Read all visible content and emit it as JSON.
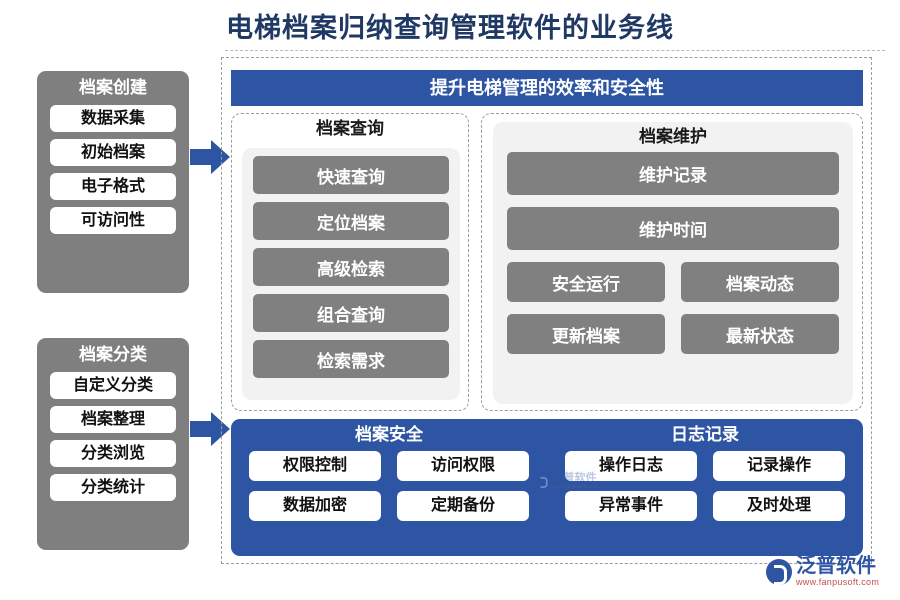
{
  "page": {
    "title": "电梯档案归纳查询管理软件的业务线",
    "accent_blue": "#2e55a3",
    "accent_gray": "#7f7f7f",
    "title_color": "#1f3864"
  },
  "sidebar": {
    "groups": [
      {
        "title": "档案创建",
        "items": [
          "数据采集",
          "初始档案",
          "电子格式",
          "可访问性"
        ]
      },
      {
        "title": "档案分类",
        "items": [
          "自定义分类",
          "档案整理",
          "分类浏览",
          "分类统计"
        ]
      }
    ]
  },
  "main": {
    "banner": "提升电梯管理的效率和安全性",
    "query_section": {
      "title": "档案查询",
      "items": [
        "快速查询",
        "定位档案",
        "高级检索",
        "组合查询",
        "检索需求"
      ]
    },
    "maintain_section": {
      "title": "档案维护",
      "wide_items": [
        "维护记录",
        "维护时间"
      ],
      "grid_items": [
        "安全运行",
        "档案动态",
        "更新档案",
        "最新状态"
      ]
    },
    "bottom_panel": {
      "columns": [
        {
          "title": "档案安全",
          "items": [
            "权限控制",
            "访问权限",
            "数据加密",
            "定期备份"
          ]
        },
        {
          "title": "日志记录",
          "items": [
            "操作日志",
            "记录操作",
            "异常事件",
            "及时处理"
          ]
        }
      ]
    }
  },
  "watermark": {
    "brand": "泛普软件",
    "url": "www.fanpusoft.com"
  }
}
